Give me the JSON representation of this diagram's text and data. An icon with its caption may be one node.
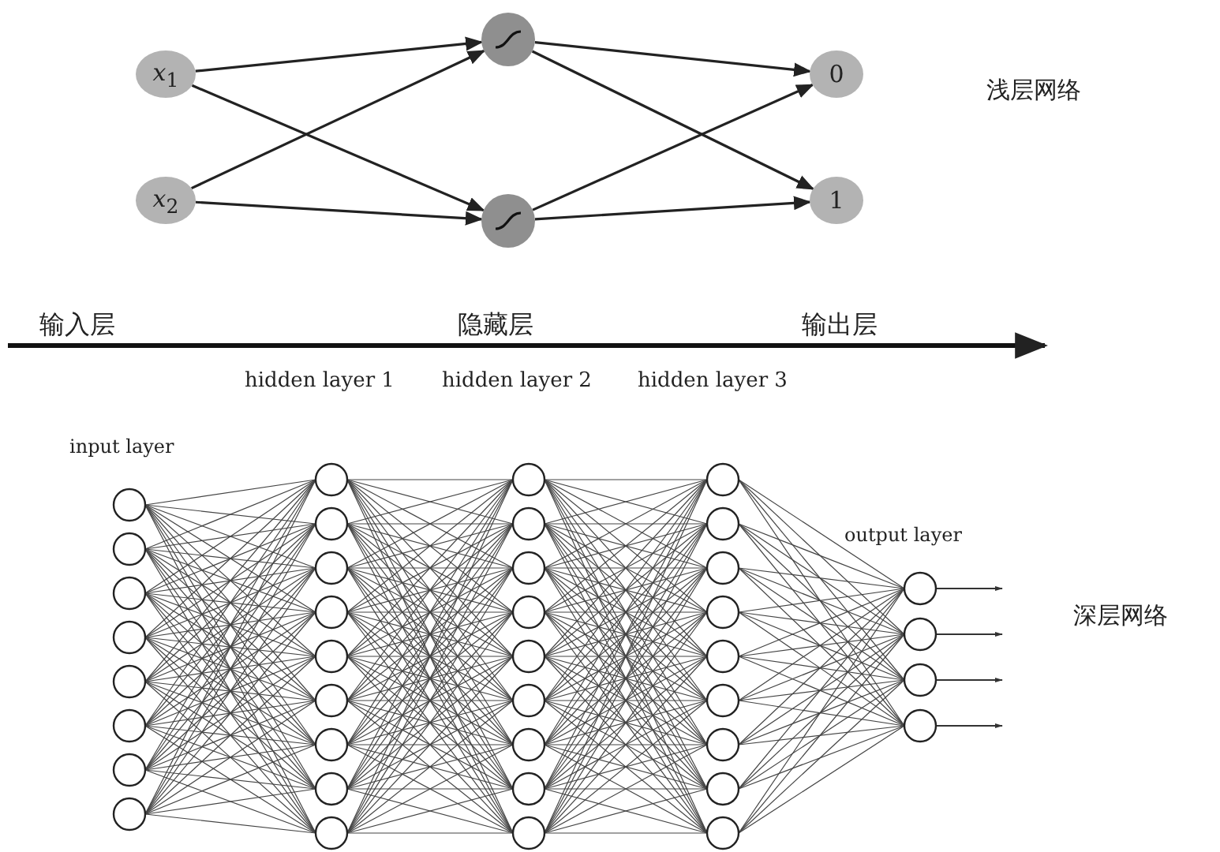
{
  "diagram": {
    "nodes": [
      {
        "text": [
          "*x*$_{1}$"
        ]
      },
      {
        "text": [
          "*x*$_{2}$"
        ]
      },
      {
        "text": [],
        "shape": "circle"
      },
      {
        "text": [],
        "shape": "circle"
      },
      {
        "text": [
          "0"
        ]
      },
      {
        "text": [
          "1"
        ]
      }
    ],
    "edges": [
      {
        "from": 0,
        "to": 2,
        "arrow": "to"
      },
      {
        "from": 0,
        "to": 3,
        "arrow": "to"
      },
      {
        "from": 1,
        "to": 2,
        "arrow": "to"
      },
      {
        "from": 1,
        "to": 3,
        "arrow": "to"
      },
      {
        "from": 2,
        "to": 4,
        "arrow": "to"
      },
      {
        "from": 2,
        "to": 5,
        "arrow": "to"
      },
      {
        "from": 3,
        "to": 4,
        "arrow": "to"
      },
      {
        "from": 3,
        "to": 5,
        "arrow": "to"
      }
    ],
    "labels": [
      "浅层网络",
      "输入层",
      "隐藏层",
      "输出层",
      "input layer",
      "hidden layer 1",
      "hidden layer 2",
      "hidden layer 3",
      "output layer",
      "深层网络"
    ]
  }
}
